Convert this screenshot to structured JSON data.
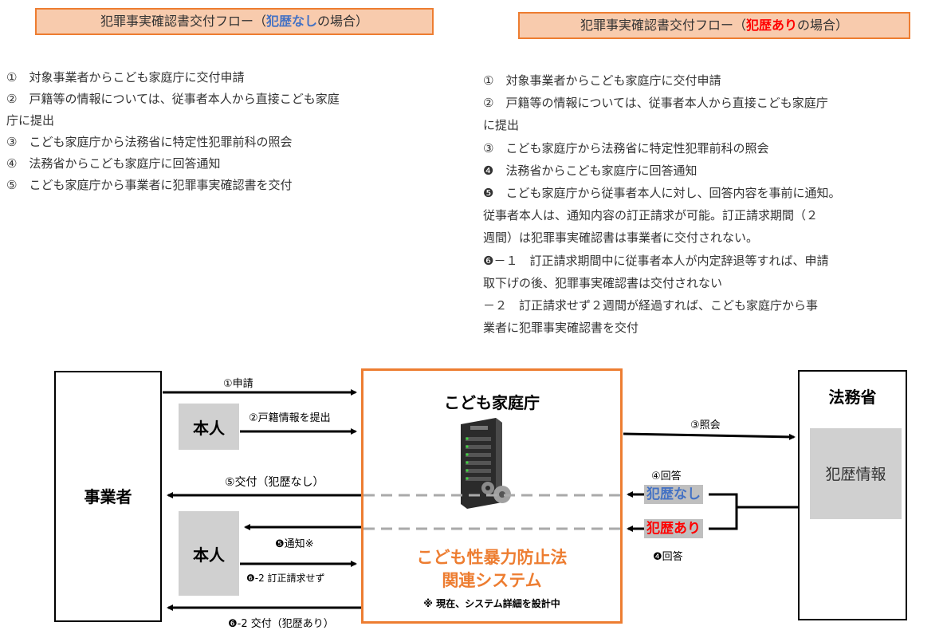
{
  "left": {
    "title_pre": "犯罪事実確認書交付フロー（",
    "title_hl": "犯歴なし",
    "title_post": "の場合）",
    "steps": [
      "①　対象事業者からこども家庭庁に交付申請",
      "②　戸籍等の情報については、従事者本人から直接こども家庭",
      "庁に提出",
      "③　こども家庭庁から法務省に特定性犯罪前科の照会",
      "④　法務省からこども家庭庁に回答通知",
      "⑤　こども家庭庁から事業者に犯罪事実確認書を交付"
    ]
  },
  "right": {
    "title_pre": "犯罪事実確認書交付フロー（",
    "title_hl": "犯歴あり",
    "title_post": "の場合）",
    "steps": [
      "①　対象事業者からこども家庭庁に交付申請",
      "②　戸籍等の情報については、従事者本人から直接こども家庭庁",
      "に提出",
      "③　こども家庭庁から法務省に特定性犯罪前科の照会",
      "❹　法務省からこども家庭庁に回答通知",
      "❺　こども家庭庁から従事者本人に対し、回答内容を事前に通知。",
      "従事者本人は、通知内容の訂正請求が可能。訂正請求期間（２",
      "週間）は犯罪事実確認書は事業者に交付されない。",
      "❻－１　訂正請求期間中に従事者本人が内定辞退等すれば、申請",
      "取下げの後、犯罪事実確認書は交付されない",
      "－２　訂正請求せず２週間が経過すれば、こども家庭庁から事",
      "業者に犯罪事実確認書を交付"
    ]
  },
  "diagram": {
    "jigyosha": "事業者",
    "honnin_top": "本人",
    "honnin_bottom": "本人",
    "kodomo_title": "こども家庭庁",
    "houmusho": "法務省",
    "hanreki_info": "犯歴情報",
    "system_line1": "こども性暴力防止法",
    "system_line2": "関連システム",
    "system_note": "※ 現在、システム詳細を設計中",
    "arrow_shinsei": "①申請",
    "arrow_koseki": "②戸籍情報を提出",
    "arrow_shokai": "③照会",
    "arrow_kaito_top": "④回答",
    "tag_nashi": "犯歴なし",
    "tag_ari": "犯歴あり",
    "arrow_kaito_bottom": "❹回答",
    "arrow_kofu_nashi": "⑤交付（犯歴なし）",
    "arrow_tsuchi": "❺通知※",
    "arrow_teisei": "❻-2 訂正請求せず",
    "arrow_kofu_ari": "❻-2 交付（犯歴あり）",
    "colors": {
      "orange": "#ed7d31",
      "blue": "#4472c4",
      "red": "#ff0000",
      "gray": "#bfbfbf"
    }
  }
}
